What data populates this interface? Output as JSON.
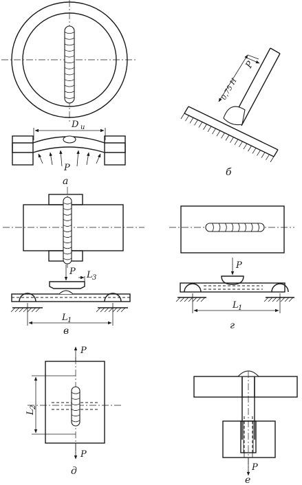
{
  "labels": {
    "a_diameter": "D",
    "a_diameter_sub": "и",
    "a_force": "P",
    "b_dist": "0,75 H",
    "b_force": "P",
    "v_force": "P",
    "v_l3": "L",
    "v_l3_sub": "3",
    "v_l1": "L",
    "v_l1_sub": "1",
    "g_force": "P",
    "g_l1": "L",
    "g_l1_sub": "1",
    "d_force_top": "P",
    "d_force_bottom": "P",
    "d_l2": "L",
    "d_l2_sub": "2",
    "e_force": "P"
  },
  "captions": {
    "a": "а",
    "b": "б",
    "v": "в",
    "g": "г",
    "d": "д",
    "e": "е"
  },
  "colors": {
    "ink": "#1a1a1a",
    "paper": "#ffffff"
  }
}
